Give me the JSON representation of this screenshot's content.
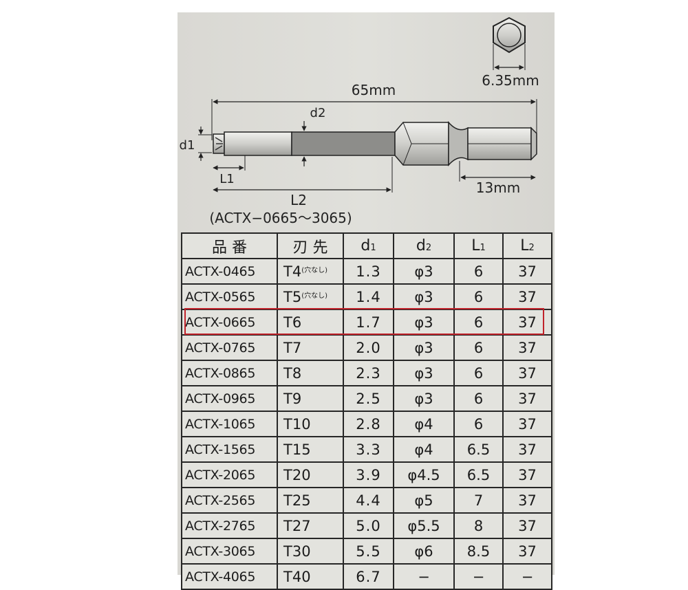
{
  "diagram": {
    "hex_width": "6.35mm",
    "total_length": "65mm",
    "d2_label": "d2",
    "d1_label": "d1",
    "l1_label": "L1",
    "l2_label": "L2",
    "hex_length": "13mm",
    "range_note": "(ACTX−0665〜3065)"
  },
  "table": {
    "headers": [
      "品 番",
      "刃 先",
      "d1",
      "d2",
      "L1",
      "L2"
    ],
    "rows": [
      {
        "code": "ACTX-0465",
        "tip": "T4",
        "note": "(穴なし)",
        "d1": "1.3",
        "d2": "φ3",
        "l1": "6",
        "l2": "37"
      },
      {
        "code": "ACTX-0565",
        "tip": "T5",
        "note": "(穴なし)",
        "d1": "1.4",
        "d2": "φ3",
        "l1": "6",
        "l2": "37"
      },
      {
        "code": "ACTX-0665",
        "tip": "T6",
        "note": "",
        "d1": "1.7",
        "d2": "φ3",
        "l1": "6",
        "l2": "37"
      },
      {
        "code": "ACTX-0765",
        "tip": "T7",
        "note": "",
        "d1": "2.0",
        "d2": "φ3",
        "l1": "6",
        "l2": "37"
      },
      {
        "code": "ACTX-0865",
        "tip": "T8",
        "note": "",
        "d1": "2.3",
        "d2": "φ3",
        "l1": "6",
        "l2": "37"
      },
      {
        "code": "ACTX-0965",
        "tip": "T9",
        "note": "",
        "d1": "2.5",
        "d2": "φ3",
        "l1": "6",
        "l2": "37"
      },
      {
        "code": "ACTX-1065",
        "tip": "T10",
        "note": "",
        "d1": "2.8",
        "d2": "φ4",
        "l1": "6",
        "l2": "37"
      },
      {
        "code": "ACTX-1565",
        "tip": "T15",
        "note": "",
        "d1": "3.3",
        "d2": "φ4",
        "l1": "6.5",
        "l2": "37"
      },
      {
        "code": "ACTX-2065",
        "tip": "T20",
        "note": "",
        "d1": "3.9",
        "d2": "φ4.5",
        "l1": "6.5",
        "l2": "37"
      },
      {
        "code": "ACTX-2565",
        "tip": "T25",
        "note": "",
        "d1": "4.4",
        "d2": "φ5",
        "l1": "7",
        "l2": "37"
      },
      {
        "code": "ACTX-2765",
        "tip": "T27",
        "note": "",
        "d1": "5.0",
        "d2": "φ5.5",
        "l1": "8",
        "l2": "37"
      },
      {
        "code": "ACTX-3065",
        "tip": "T30",
        "note": "",
        "d1": "5.5",
        "d2": "φ6",
        "l1": "8.5",
        "l2": "37"
      },
      {
        "code": "ACTX-4065",
        "tip": "T40",
        "note": "",
        "d1": "6.7",
        "d2": "−",
        "l1": "−",
        "l2": "−"
      }
    ]
  },
  "highlight": {
    "row_code": "ACTX-0665",
    "color": "#c0222a"
  }
}
